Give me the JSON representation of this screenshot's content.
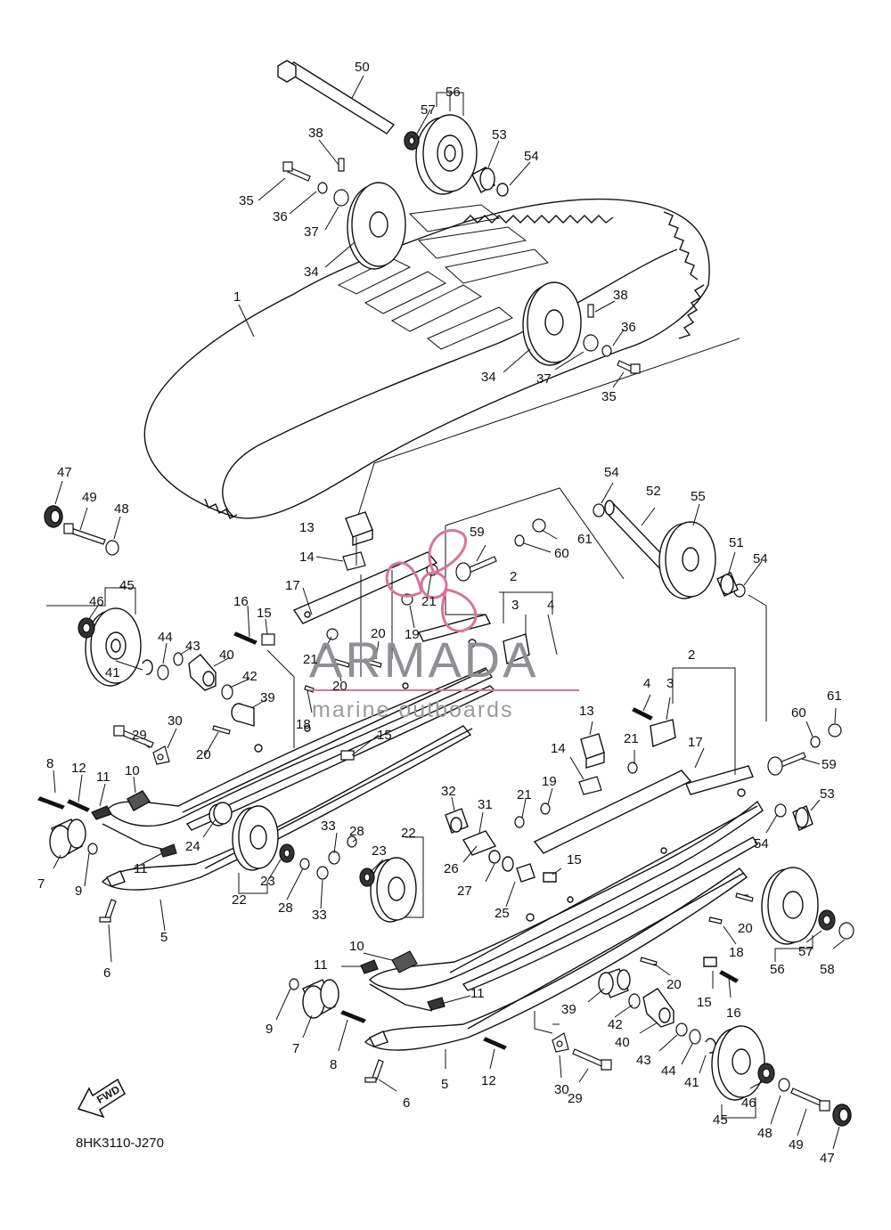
{
  "diagram": {
    "code": "8HK3110-J270",
    "fwd_label": "FWD",
    "watermark": {
      "brand": "ARMADA",
      "tagline": "marine outboards",
      "accent_color": "#d9739e",
      "text_color": "#8f8f95"
    },
    "callouts": [
      "50",
      "56",
      "57",
      "53",
      "54",
      "38",
      "35",
      "36",
      "37",
      "34",
      "1",
      "38",
      "36",
      "34",
      "37",
      "35",
      "47",
      "49",
      "48",
      "45",
      "46",
      "41",
      "44",
      "43",
      "40",
      "42",
      "39",
      "29",
      "30",
      "20",
      "8",
      "12",
      "11",
      "10",
      "7",
      "9",
      "11",
      "24",
      "13",
      "14",
      "17",
      "16",
      "15",
      "21",
      "18",
      "20",
      "19",
      "20",
      "21",
      "59",
      "61",
      "60",
      "2",
      "3",
      "4",
      "54",
      "52",
      "55",
      "51",
      "54",
      "15",
      "22",
      "23",
      "22",
      "23",
      "28",
      "33",
      "33",
      "28",
      "5",
      "6",
      "32",
      "31",
      "26",
      "27",
      "25",
      "2",
      "4",
      "3",
      "21",
      "13",
      "14",
      "19",
      "21",
      "17",
      "15",
      "60",
      "61",
      "59",
      "53",
      "54",
      "20",
      "18",
      "56",
      "57",
      "58",
      "10",
      "11",
      "11",
      "39",
      "42",
      "40",
      "43",
      "44",
      "41",
      "20",
      "15",
      "16",
      "45",
      "46",
      "48",
      "49",
      "47",
      "9",
      "7",
      "8",
      "5",
      "12",
      "6",
      "30",
      "29"
    ]
  }
}
